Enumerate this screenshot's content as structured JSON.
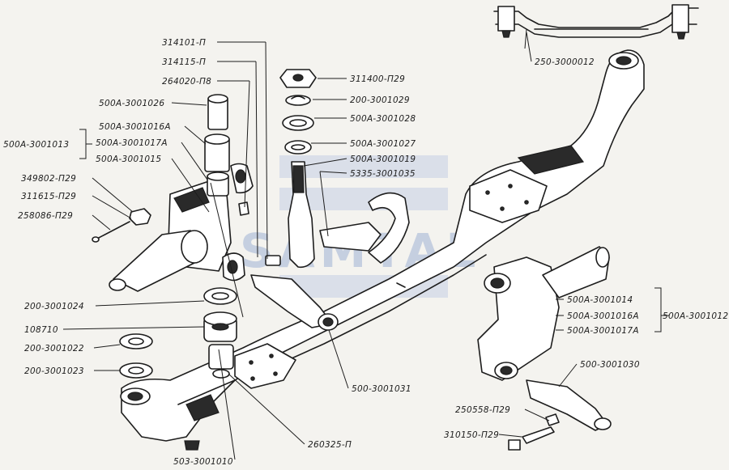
{
  "watermark": {
    "text": "SAMTAL",
    "color": "#9fb2d4"
  },
  "labels": [
    {
      "id": "250-3000012",
      "text": "250-3000012"
    },
    {
      "id": "314101-P",
      "text": "314101-П"
    },
    {
      "id": "314115-P",
      "text": "314115-П"
    },
    {
      "id": "264020-P8",
      "text": "264020-П8"
    },
    {
      "id": "500A-3001026",
      "text": "500А-3001026"
    },
    {
      "id": "500A-3001016A-left",
      "text": "500А-3001016А"
    },
    {
      "id": "500A-3001013",
      "text": "500А-3001013"
    },
    {
      "id": "500A-3001017A-left",
      "text": "500А-3001017А"
    },
    {
      "id": "500A-3001015",
      "text": "500А-3001015"
    },
    {
      "id": "349802-P29",
      "text": "349802-П29"
    },
    {
      "id": "311615-P29",
      "text": "311615-П29"
    },
    {
      "id": "258086-P29",
      "text": "258086-П29"
    },
    {
      "id": "311400-P29",
      "text": "311400-П29"
    },
    {
      "id": "200-3001029",
      "text": "200-3001029"
    },
    {
      "id": "500A-3001028",
      "text": "500А-3001028"
    },
    {
      "id": "500A-3001027",
      "text": "500А-3001027"
    },
    {
      "id": "500A-3001019",
      "text": "500А-3001019"
    },
    {
      "id": "5335-3001035",
      "text": "5335-3001035"
    },
    {
      "id": "200-3001024",
      "text": "200-3001024"
    },
    {
      "id": "108710",
      "text": "108710"
    },
    {
      "id": "200-3001022",
      "text": "200-3001022"
    },
    {
      "id": "200-3001023",
      "text": "200-3001023"
    },
    {
      "id": "500-3001031",
      "text": "500-3001031"
    },
    {
      "id": "260325-P",
      "text": "260325-П"
    },
    {
      "id": "503-3001010",
      "text": "503-3001010"
    },
    {
      "id": "500A-3001014",
      "text": "500А-3001014"
    },
    {
      "id": "500A-3001016A-right",
      "text": "500А-3001016А"
    },
    {
      "id": "500A-3001017A-right",
      "text": "500А-3001017А"
    },
    {
      "id": "500A-3001012",
      "text": "500А-3001012"
    },
    {
      "id": "500-3001030",
      "text": "500-3001030"
    },
    {
      "id": "250558-P29",
      "text": "250558-П29"
    },
    {
      "id": "310150-P29",
      "text": "310150-П29"
    }
  ]
}
